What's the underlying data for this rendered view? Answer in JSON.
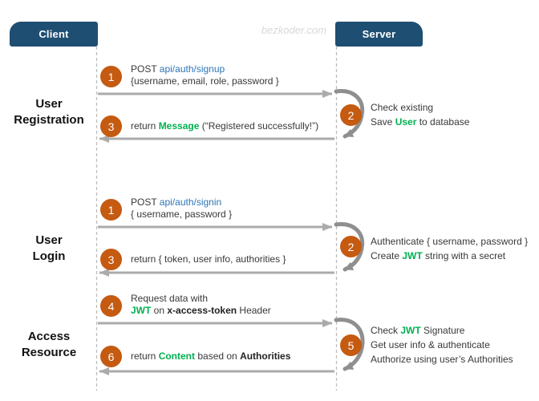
{
  "watermark": "bezkoder.com",
  "actors": {
    "client": "Client",
    "server": "Server"
  },
  "colors": {
    "header_blue": "#1F4E73",
    "step_orange": "#C55A11",
    "accent_green": "#00B050",
    "link_blue": "#2E75B6",
    "arrow_gray": "#ABABAB",
    "loop_gray": "#8F8F8F"
  },
  "section_labels": {
    "registration": [
      "User",
      "Registration"
    ],
    "login": [
      "User",
      "Login"
    ],
    "access": [
      "Access",
      "Resource"
    ]
  },
  "steps": {
    "reg_request": {
      "num": "1",
      "lines": [
        [
          {
            "t": "POST ",
            "s": "p"
          },
          {
            "t": "api/auth/signup",
            "s": "link"
          }
        ],
        [
          {
            "t": "{username, email, role, password }",
            "s": "p"
          }
        ]
      ]
    },
    "reg_process": {
      "num": "2",
      "lines": [
        [
          {
            "t": "Check existing",
            "s": "p"
          }
        ],
        [
          {
            "t": "Save ",
            "s": "p"
          },
          {
            "t": "User",
            "s": "g"
          },
          {
            "t": " to database",
            "s": "p"
          }
        ]
      ]
    },
    "reg_return": {
      "num": "3",
      "lines": [
        [
          {
            "t": "return ",
            "s": "p"
          },
          {
            "t": "Message",
            "s": "g"
          },
          {
            "t": " (“Registered successfully!”)",
            "s": "p"
          }
        ]
      ]
    },
    "login_request": {
      "num": "1",
      "lines": [
        [
          {
            "t": "POST ",
            "s": "p"
          },
          {
            "t": "api/auth/signin",
            "s": "link"
          }
        ],
        [
          {
            "t": "{ username, password }",
            "s": "p"
          }
        ]
      ]
    },
    "login_process": {
      "num": "2",
      "lines": [
        [
          {
            "t": "Authenticate { username, password }",
            "s": "p"
          }
        ],
        [
          {
            "t": "Create ",
            "s": "p"
          },
          {
            "t": "JWT",
            "s": "g"
          },
          {
            "t": " string with a secret",
            "s": "p"
          }
        ]
      ]
    },
    "login_return": {
      "num": "3",
      "lines": [
        [
          {
            "t": "return { token, user info, authorities }",
            "s": "p"
          }
        ]
      ]
    },
    "access_request": {
      "num": "4",
      "lines": [
        [
          {
            "t": "Request  data with",
            "s": "p"
          }
        ],
        [
          {
            "t": "JWT",
            "s": "g"
          },
          {
            "t": " on ",
            "s": "p"
          },
          {
            "t": "x-access-token",
            "s": "b"
          },
          {
            "t": " Header",
            "s": "p"
          }
        ]
      ]
    },
    "access_process": {
      "num": "5",
      "lines": [
        [
          {
            "t": "Check ",
            "s": "p"
          },
          {
            "t": "JWT",
            "s": "g"
          },
          {
            "t": " Signature",
            "s": "p"
          }
        ],
        [
          {
            "t": "Get user info & authenticate",
            "s": "p"
          }
        ],
        [
          {
            "t": "Authorize using user’s Authorities",
            "s": "p"
          }
        ]
      ]
    },
    "access_return": {
      "num": "6",
      "lines": [
        [
          {
            "t": "return ",
            "s": "p"
          },
          {
            "t": "Content",
            "s": "g"
          },
          {
            "t": " based on ",
            "s": "p"
          },
          {
            "t": "Authorities",
            "s": "b"
          }
        ]
      ]
    }
  }
}
